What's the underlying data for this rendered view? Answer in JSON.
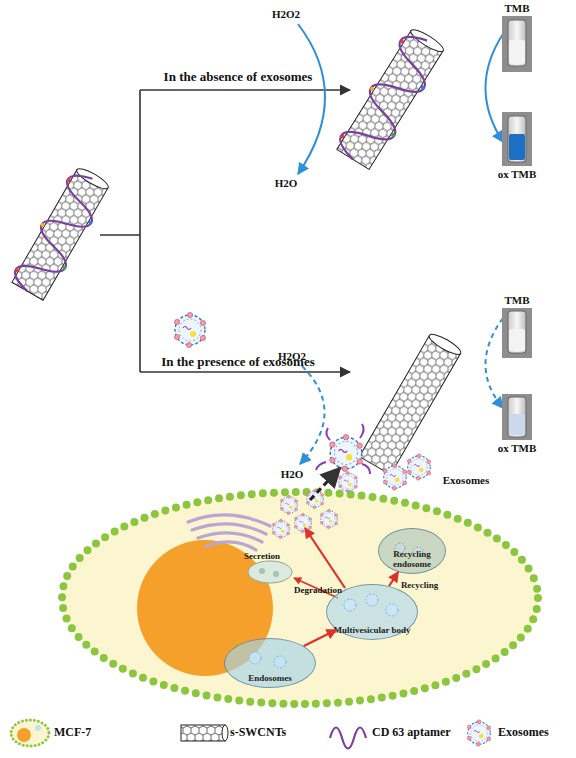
{
  "diagram": {
    "nodes": [
      {
        "text": [
          "Endosomes"
        ]
      },
      {
        "text": [
          "Multivesicular body"
        ]
      },
      {
        "text": [
          "Recycling endosome"
        ]
      }
    ],
    "edges": [
      {
        "from": 0,
        "to": 1,
        "arrow": "to"
      },
      {
        "from": 1,
        "to": 2,
        "arrow": "to",
        "label": "Recycling"
      }
    ],
    "labels": [
      "In the absence of exosomes",
      "In the presence of exosomes",
      "H2O2",
      "H2O",
      "TMB",
      "ox TMB",
      "H2O2",
      "H2O",
      "TMB",
      "ox TMB",
      "Exosomes",
      "Secretion",
      "Degradation"
    ],
    "legend": [
      {
        "text": "MCF-7"
      },
      {
        "text": "s-SWCNTs"
      },
      {
        "text": "CD 63 aptamer"
      },
      {
        "text": "Exosomes"
      }
    ]
  }
}
